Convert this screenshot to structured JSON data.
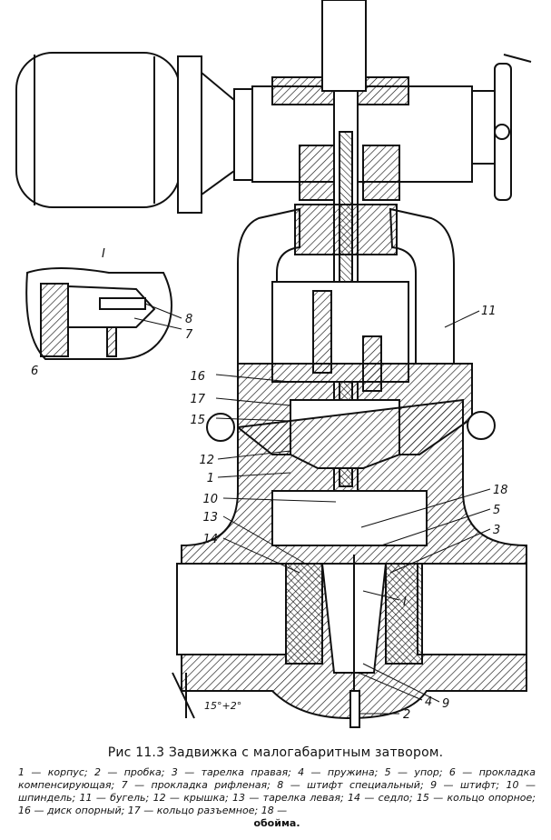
{
  "figure": {
    "caption": "Рис 11.3 Задвижка с малогабаритным затвором.",
    "legend_text": "1 — корпус; 2 — пробка; 3 — тарелка правая; 4 — пружина; 5 — упор; 6 — прокладка компенсирующая; 7 — прокладка рифленая; 8 — штифт специальный; 9 — штифт; 10 — шпиндель; 11 — бугель; 12 — крышка; 13 — тарелка левая; 14 — седло; 15 — кольцо опорное; 16 — диск опорный; 17 — кольцо разъемное; 18 —",
    "legend_last": "обойма.",
    "detail_label": "I",
    "angle_label": "15°+2°",
    "part_labels": [
      "1",
      "2",
      "3",
      "4",
      "5",
      "6",
      "7",
      "8",
      "9",
      "10",
      "11",
      "12",
      "13",
      "14",
      "15",
      "16",
      "17",
      "18",
      "I"
    ]
  }
}
